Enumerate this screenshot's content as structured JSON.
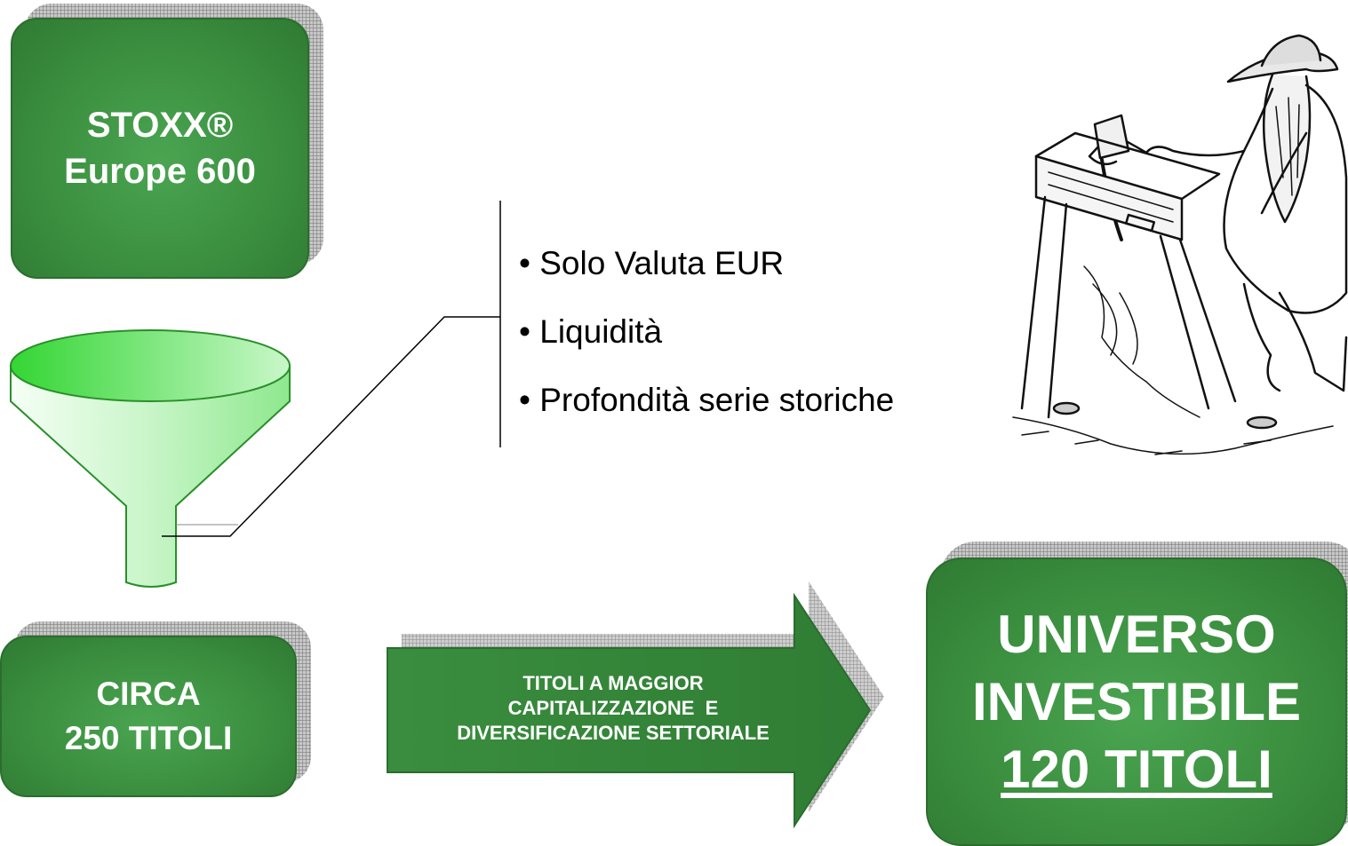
{
  "source_box": {
    "line1": "STOXX®",
    "line2": "Europe 600"
  },
  "criteria": [
    {
      "bullet": "•",
      "text": "Solo Valuta EUR"
    },
    {
      "bullet": "•",
      "text": "Liquidità"
    },
    {
      "bullet": "•",
      "text": "Profondità serie storiche"
    }
  ],
  "filtered_box": {
    "line1": "CIRCA",
    "line2": "250 TITOLI"
  },
  "arrow": {
    "line1": "TITOLI A MAGGIOR",
    "line2": "CAPITALIZZAZIONE  E",
    "line3": "DIVERSIFICAZIONE SETTORIALE"
  },
  "result_box": {
    "line1": "UNIVERSO",
    "line2": "INVESTIBILE",
    "line3": "120 TITOLI"
  },
  "illustration": {
    "subject": "gold-panner-illustration"
  },
  "colors": {
    "box_green": "#3b8f3f",
    "funnel_green": "#7ee57e",
    "shadow_grey": "#b0b0b0"
  }
}
